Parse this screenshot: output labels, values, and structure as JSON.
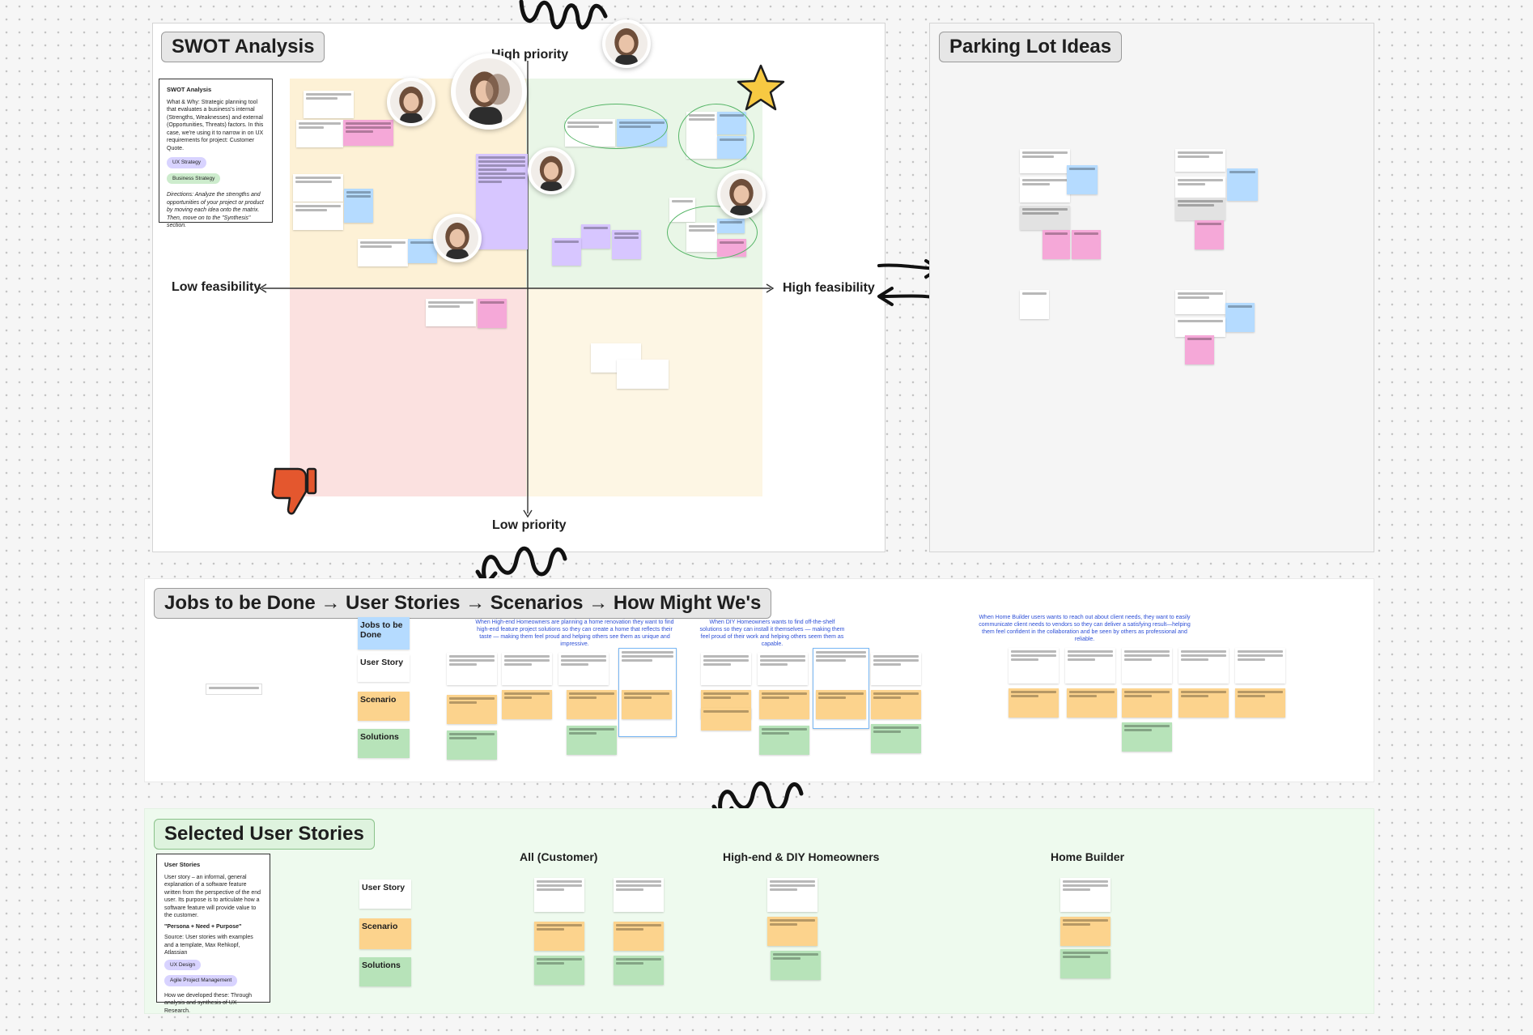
{
  "swot": {
    "title": "SWOT Analysis",
    "high_priority": "High priority",
    "low_priority": "Low priority",
    "low_feasibility": "Low feasibility",
    "high_feasibility": "High feasibility",
    "info_card": {
      "heading": "SWOT Analysis",
      "what_why": "What & Why: Strategic planning tool that evaluates a business's internal (Strengths, Weaknesses) and external (Opportunities, Threats) factors. In this case, we're using it to narrow in on UX requirements for project: Customer Quote.",
      "tags": [
        "UX Strategy",
        "Business Strategy"
      ],
      "directions": "Directions: Analyze the strengths and opportunities of your project or product by moving each idea onto the matrix. Then, move on to the \"Synthesis\" section."
    }
  },
  "parking_lot": {
    "title": "Parking Lot Ideas"
  },
  "jtbd": {
    "title": "Jobs to be Done → User Stories → Scenarios → How Might We's",
    "row_labels": [
      "Jobs to be Done",
      "User Story",
      "Scenario",
      "Solutions"
    ],
    "captions": [
      "When High-end Homeowners are planning a home renovation they want to find high-end feature project solutions so they can create a home that reflects their taste — making them feel proud and helping others see them as unique and impressive.",
      "When DIY Homeowners wants to find off-the-shelf solutions so they can install it themselves — making them feel proud of their work and helping others seem them as capable.",
      "When Home Builder users wants to reach out about client needs, they want to easily communicate client needs to vendors so they can deliver a satisfying result—helping them feel confident in the collaboration and be seen by others as professional and reliable."
    ]
  },
  "selected": {
    "title": "Selected User Stories",
    "row_labels": [
      "User Story",
      "Scenario",
      "Solutions"
    ],
    "columns": [
      "All (Customer)",
      "High-end & DIY Homeowners",
      "Home Builder"
    ],
    "info_card": {
      "heading": "User Stories",
      "def": "User story – an informal, general explanation of a software feature written from the perspective of the end user. Its purpose is to articulate how a software feature will provide value to the customer.",
      "formula": "\"Persona + Need + Purpose\"",
      "source": "Source: User stories with examples and a template, Max Rehkopf, Atlassian",
      "tags": [
        "UX Design",
        "Agile Project Management"
      ],
      "developed": "How we developed these: Through analysis and synthesis of UX Research."
    }
  },
  "colors": {
    "yellow": "#fde9a4",
    "pink": "#f5a8d8",
    "blue": "#b5dbff",
    "purple": "#d7c6ff",
    "green": "#b7e3b9",
    "star": "#f7c942",
    "thumb": "#e4572e"
  },
  "icons": [
    "star-icon",
    "thumbs-down-icon",
    "squiggle-arrow-icon",
    "double-arrow-icon",
    "avatar"
  ]
}
